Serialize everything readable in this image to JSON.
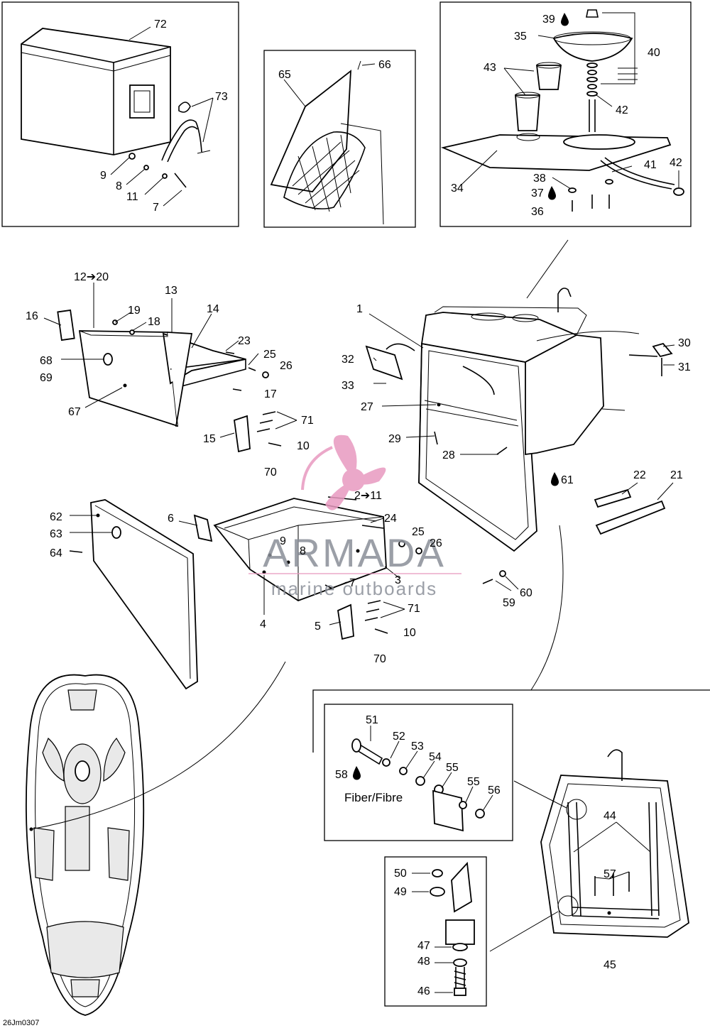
{
  "diagram": {
    "figure_code": "26Jm0307",
    "watermark": {
      "brand": "ARMADA",
      "tagline": "marine outboards",
      "logo_color": "#e89ac0",
      "text_color": "#8a8f98"
    },
    "notes": {
      "fiber": "Fiber/Fibre"
    },
    "callouts": {
      "c72": "72",
      "c73": "73",
      "c9a": "9",
      "c8a": "8",
      "c11a": "11",
      "c7a": "7",
      "c65": "65",
      "c66": "66",
      "c39": "39",
      "c35": "35",
      "c40": "40",
      "c43": "43",
      "c42a": "42",
      "c34": "34",
      "c38": "38",
      "c37": "37",
      "c36": "36",
      "c41": "41",
      "c42b": "42",
      "c12_20": "12➔20",
      "c13": "13",
      "c14": "14",
      "c16": "16",
      "c19": "19",
      "c18": "18",
      "c23": "23",
      "c25a": "25",
      "c26a": "26",
      "c17": "17",
      "c68": "68",
      "c69": "69",
      "c67": "67",
      "c71a": "71",
      "c15": "15",
      "c10a": "10",
      "c70a": "70",
      "c1": "1",
      "c32": "32",
      "c33": "33",
      "c27": "27",
      "c29": "29",
      "c28": "28",
      "c61": "61",
      "c30": "30",
      "c31": "31",
      "c22": "22",
      "c21": "21",
      "c62": "62",
      "c63": "63",
      "c64": "64",
      "c6": "6",
      "c2_11": "2➔11",
      "c24": "24",
      "c9b": "9",
      "c8b": "8",
      "c25b": "25",
      "c26b": "26",
      "c7b": "7",
      "c3": "3",
      "c4": "4",
      "c71b": "71",
      "c5": "5",
      "c10b": "10",
      "c70b": "70",
      "c59": "59",
      "c60": "60",
      "c51": "51",
      "c52": "52",
      "c53": "53",
      "c54": "54",
      "c55a": "55",
      "c55b": "55",
      "c56": "56",
      "c58": "58",
      "c44": "44",
      "c57": "57",
      "c45": "45",
      "c50": "50",
      "c49": "49",
      "c47": "47",
      "c48": "48",
      "c46": "46"
    }
  }
}
